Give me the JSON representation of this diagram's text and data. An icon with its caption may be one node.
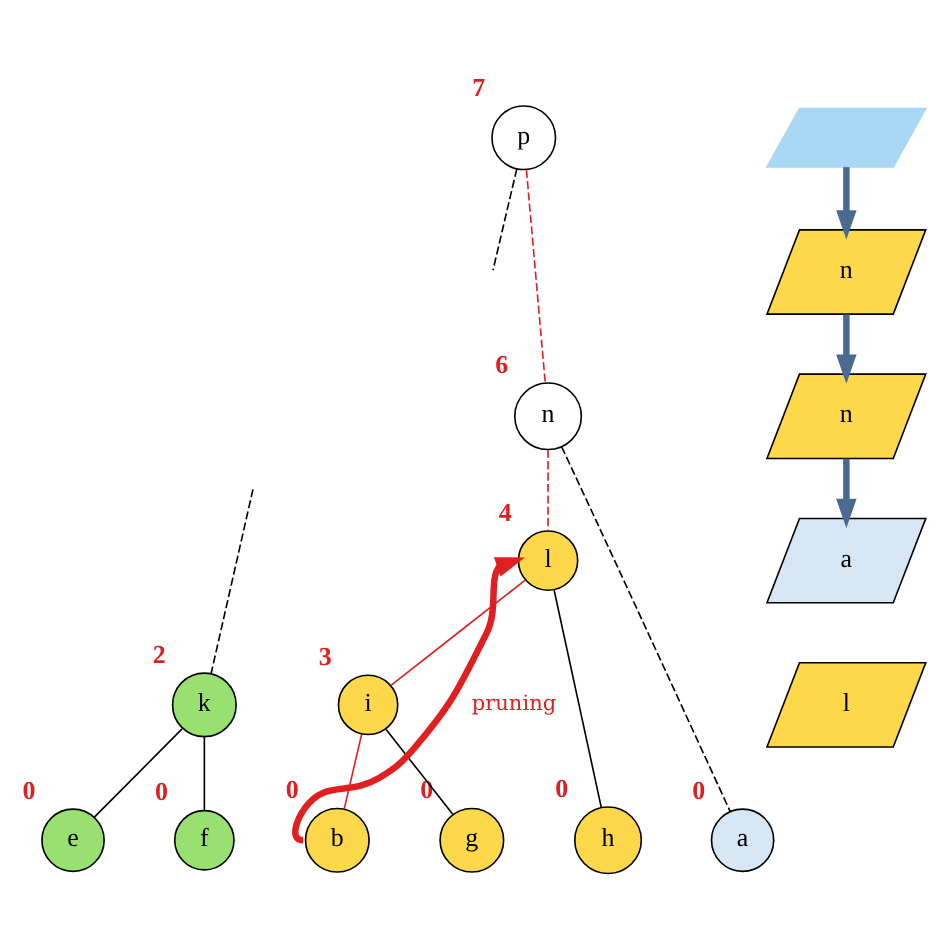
{
  "diagram": {
    "nodes": [
      {
        "text": [
          "p"
        ],
        "beside": [
          "7"
        ]
      },
      {
        "text": [
          "n"
        ],
        "beside": [
          "6"
        ]
      },
      {
        "text": [
          "l"
        ],
        "beside": [
          "4"
        ]
      },
      {
        "text": [
          "k"
        ],
        "beside": [
          "2"
        ]
      },
      {
        "text": [
          "i"
        ],
        "beside": [
          "3"
        ]
      },
      {
        "text": [
          "e"
        ],
        "beside": [
          "0"
        ]
      },
      {
        "text": [
          "f"
        ],
        "beside": [
          "0"
        ]
      },
      {
        "text": [
          "b"
        ],
        "beside": [
          "0"
        ]
      },
      {
        "text": [
          "g"
        ],
        "beside": [
          "0"
        ]
      },
      {
        "text": [
          "h"
        ],
        "beside": [
          "0"
        ]
      },
      {
        "text": [
          "a"
        ],
        "beside": [
          "0"
        ]
      },
      {
        "text": [],
        "shape": "parallelogram"
      },
      {
        "text": [
          "n"
        ]
      },
      {
        "text": [
          "n"
        ]
      },
      {
        "text": [
          "a"
        ]
      },
      {
        "text": [
          "l"
        ]
      }
    ],
    "edges": [
      {
        "from": 0,
        "to": null,
        "arrow": "none",
        "style": "dashed"
      },
      {
        "from": 0,
        "to": 1,
        "arrow": "none",
        "style": "dashed",
        "color": "#e02020"
      },
      {
        "from": null,
        "to": 3,
        "arrow": "none",
        "style": "dashed"
      },
      {
        "from": 1,
        "to": 2,
        "arrow": "none",
        "style": "dashed",
        "color": "#e02020"
      },
      {
        "from": 1,
        "to": 10,
        "arrow": "none",
        "style": "dashed"
      },
      {
        "from": 2,
        "to": 4,
        "arrow": "none",
        "color": "#e02020"
      },
      {
        "from": 2,
        "to": 9,
        "arrow": "none"
      },
      {
        "from": 3,
        "to": 5,
        "arrow": "none"
      },
      {
        "from": 3,
        "to": 6,
        "arrow": "none"
      },
      {
        "from": 4,
        "to": 7,
        "arrow": "none",
        "color": "#e02020"
      },
      {
        "from": 4,
        "to": 8,
        "arrow": "none"
      },
      {
        "from": 7,
        "to": 2,
        "arrow": "to",
        "label": "pruning",
        "style": "thick",
        "color": "#e02020"
      },
      {
        "from": 11,
        "to": 12,
        "arrow": "to",
        "style": "thick",
        "color": "#4a6a90"
      },
      {
        "from": 12,
        "to": 13,
        "arrow": "to",
        "style": "thick",
        "color": "#4a6a90"
      },
      {
        "from": 13,
        "to": 14,
        "arrow": "to",
        "style": "thick",
        "color": "#4a6a90"
      }
    ]
  }
}
